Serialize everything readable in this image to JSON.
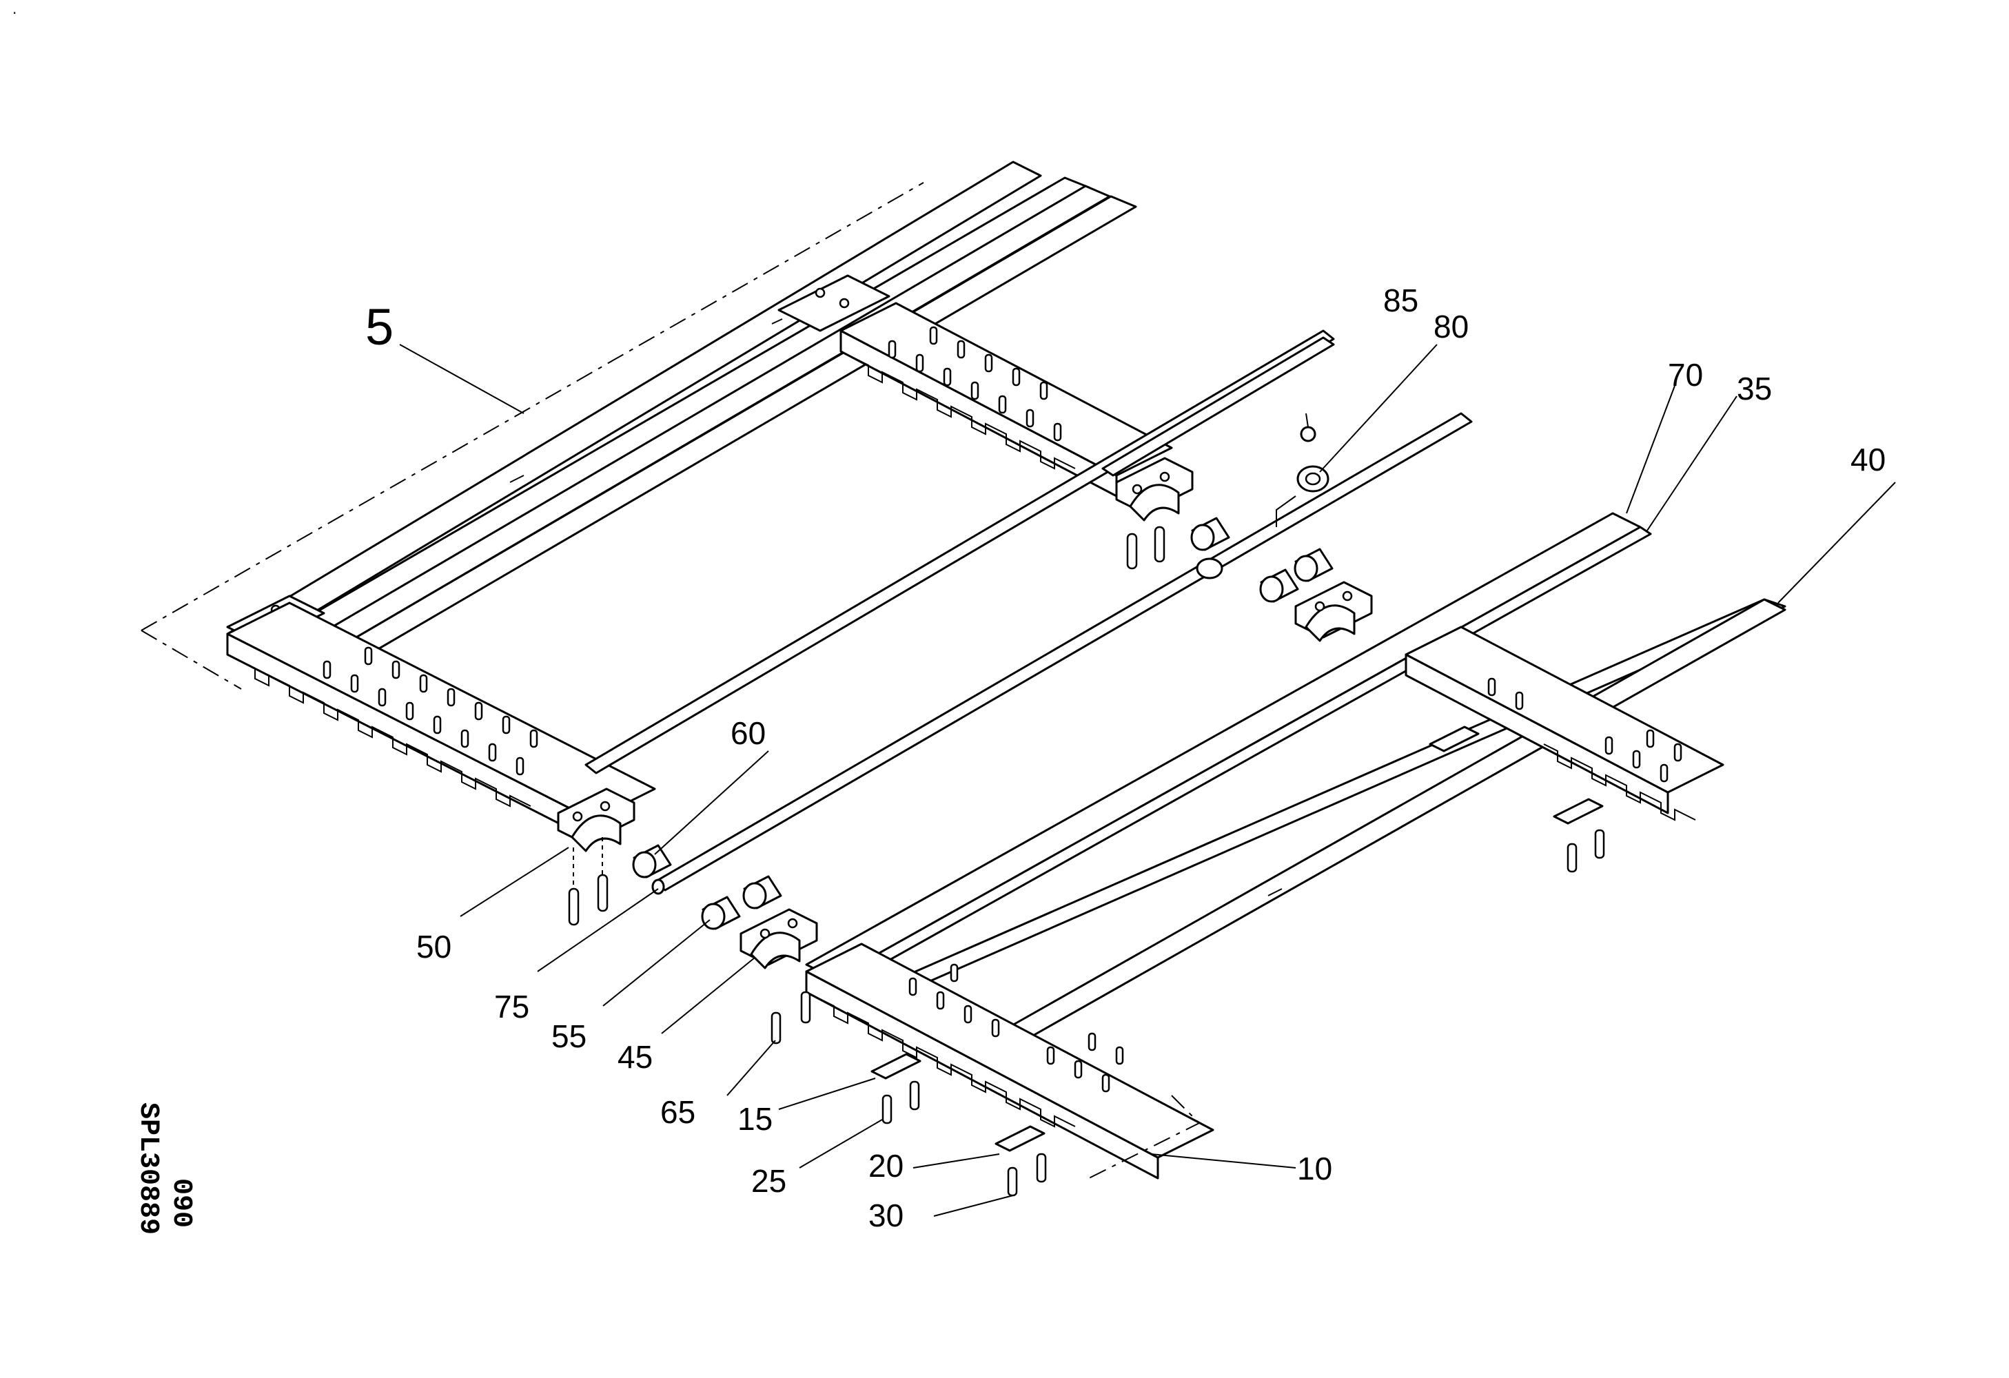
{
  "corner_mark": "·",
  "callouts": {
    "c5": "5",
    "c10": "10",
    "c15": "15",
    "c20": "20",
    "c25": "25",
    "c30": "30",
    "c35": "35",
    "c40": "40",
    "c45": "45",
    "c50": "50",
    "c55": "55",
    "c60": "60",
    "c65": "65",
    "c70": "70",
    "c75": "75",
    "c80": "80",
    "c85": "85"
  },
  "reference": {
    "code": "SPL30889",
    "sheet": "090"
  }
}
